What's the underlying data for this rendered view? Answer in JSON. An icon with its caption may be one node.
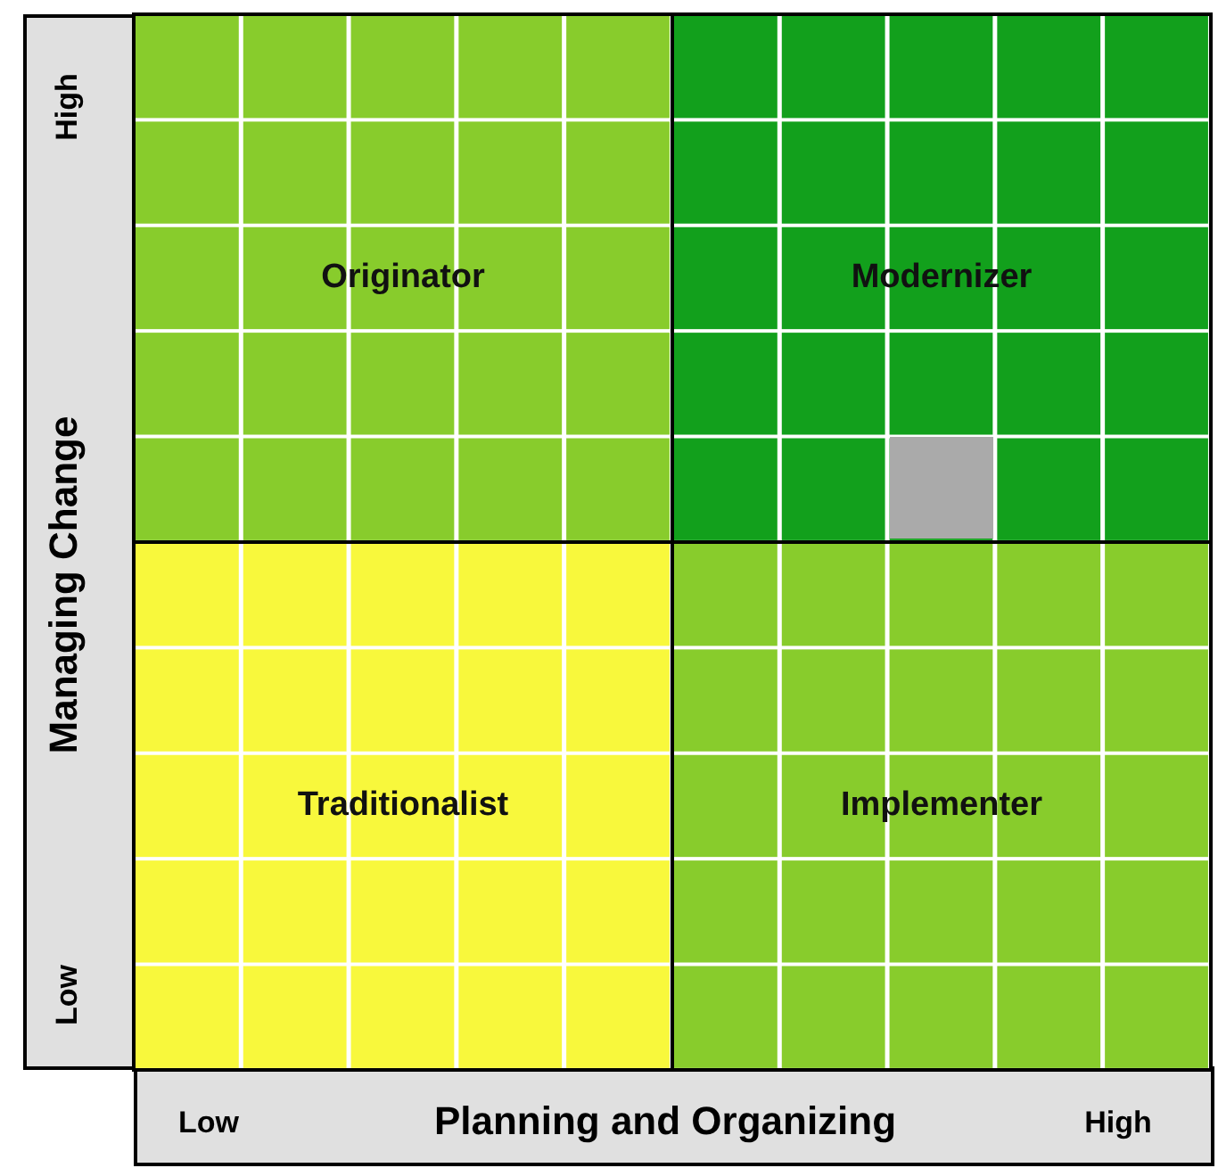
{
  "diagram": {
    "nodes": [
      {
        "text": [
          "Originator"
        ]
      },
      {
        "text": [
          "Modernizer"
        ]
      },
      {
        "text": [
          "Traditionalist"
        ]
      },
      {
        "text": [
          "Implementer"
        ]
      }
    ],
    "edges": [],
    "labels": [
      "High",
      "Managing Change",
      "Low",
      "Low",
      "Planning and Organizing",
      "High"
    ]
  }
}
